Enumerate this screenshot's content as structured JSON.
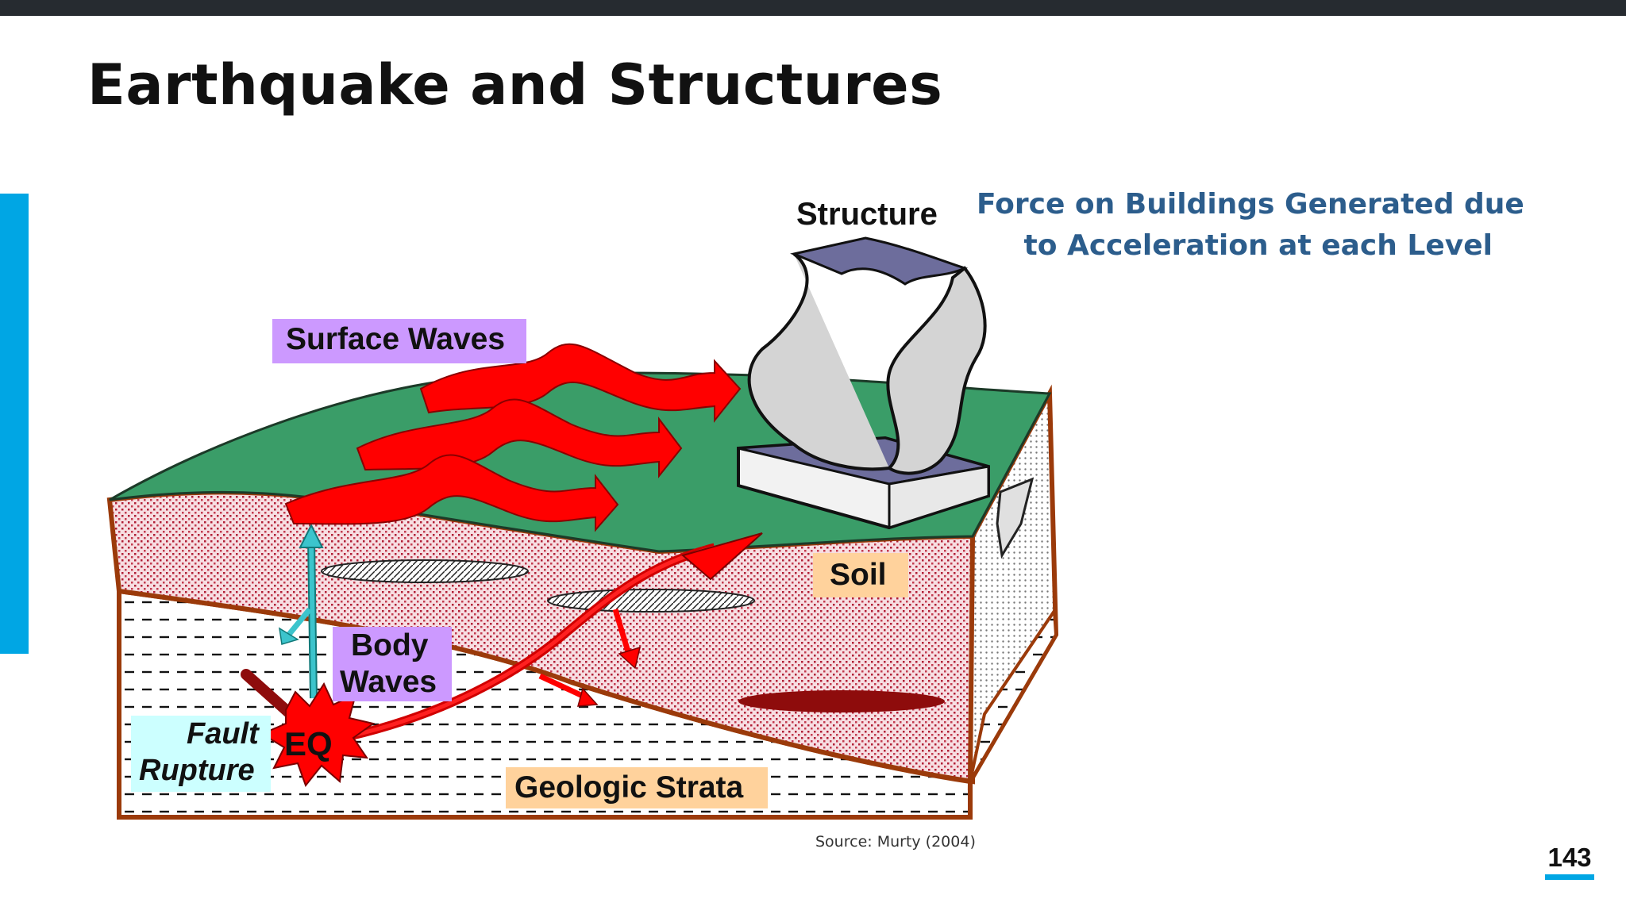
{
  "slide": {
    "title": "Earthquake and Structures",
    "note_line1": "Force on Buildings Generated due",
    "note_line2": "to Acceleration at each Level",
    "source": "Source: Murty (2004)",
    "page_number": "143"
  },
  "diagram": {
    "labels": {
      "structure": "Structure",
      "surface_waves": "Surface Waves",
      "soil": "Soil",
      "body_waves_1": "Body",
      "body_waves_2": "Waves",
      "fault_1": "Fault",
      "fault_2": "Rupture",
      "eq": "EQ",
      "geologic_strata": "Geologic Strata"
    }
  },
  "colors": {
    "accent": "#00a6e4",
    "top_bar": "#262b30",
    "note_text": "#2c5d8c",
    "ground_green": "#3a9d68",
    "soil_pink": "#f7dee2",
    "wave_red": "#ff0000",
    "outline_brown": "#9b3a0a",
    "label_purple": "#cc99ff",
    "label_orange": "#ffd29c",
    "label_cyan": "#ccffff"
  }
}
